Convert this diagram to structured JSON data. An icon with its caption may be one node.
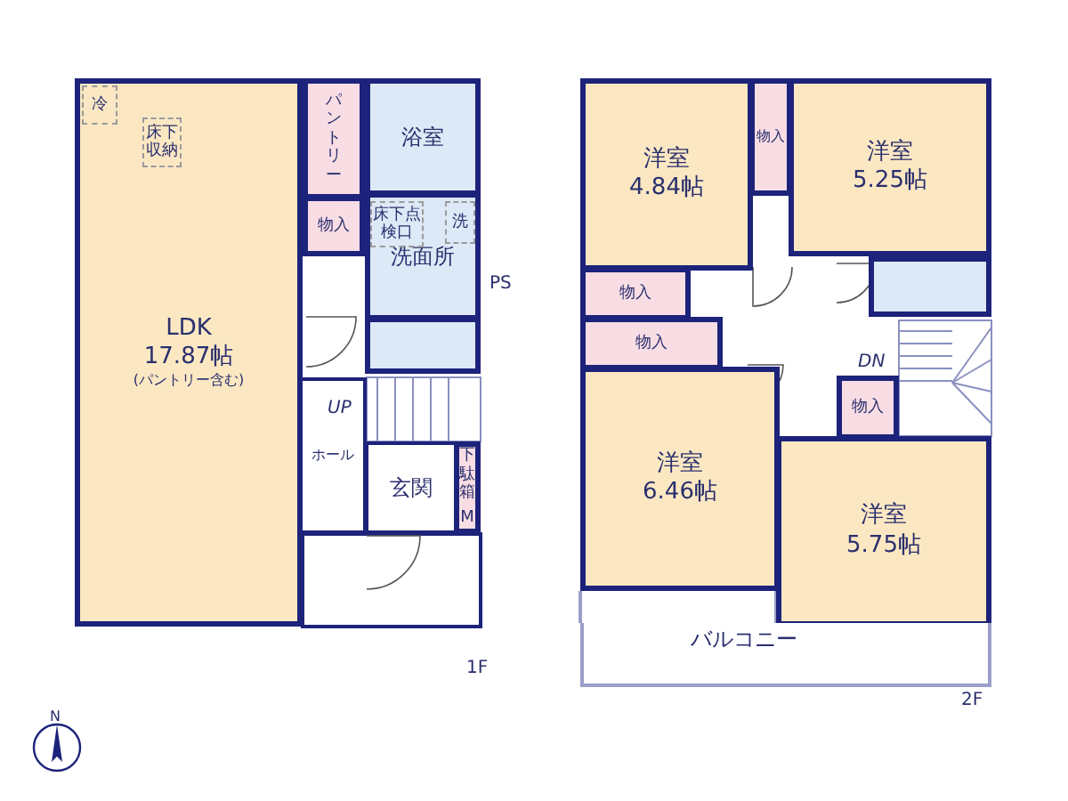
{
  "diagram": {
    "nodes": [
      {
        "text": [
          "LDK",
          "17.87帖",
          "(パントリー含む)"
        ]
      },
      {
        "text": [
          "冷"
        ],
        "in": 0
      },
      {
        "text": [
          "床下収納"
        ],
        "in": 0
      },
      {
        "text": [
          "パントリー"
        ]
      },
      {
        "text": [
          "浴室"
        ]
      },
      {
        "text": [
          "物入"
        ]
      },
      {
        "text": [
          "洗面所"
        ]
      },
      {
        "text": [
          "床下点検口"
        ],
        "in": 6
      },
      {
        "text": [
          "洗"
        ],
        "in": 6
      },
      {
        "text": [],
        "shape": "box"
      },
      {
        "text": [
          "ホール"
        ]
      },
      {
        "text": [
          "玄関"
        ]
      },
      {
        "text": [
          "下駄箱",
          "M"
        ]
      },
      {
        "text": [
          "洋室",
          "4.84帖"
        ]
      },
      {
        "text": [
          "物入"
        ]
      },
      {
        "text": [
          "洋室",
          "5.25帖"
        ]
      },
      {
        "text": [
          "物入"
        ]
      },
      {
        "text": [],
        "shape": "box"
      },
      {
        "text": [
          "物入"
        ]
      },
      {
        "text": [
          "洋室",
          "6.46帖"
        ]
      },
      {
        "text": [
          "物入"
        ]
      },
      {
        "text": [
          "洋室",
          "5.75帖"
        ]
      },
      {
        "text": [
          "バルコニー"
        ]
      }
    ],
    "labels": [
      "PS",
      "UP",
      "1F",
      "DN",
      "2F",
      "N"
    ]
  }
}
